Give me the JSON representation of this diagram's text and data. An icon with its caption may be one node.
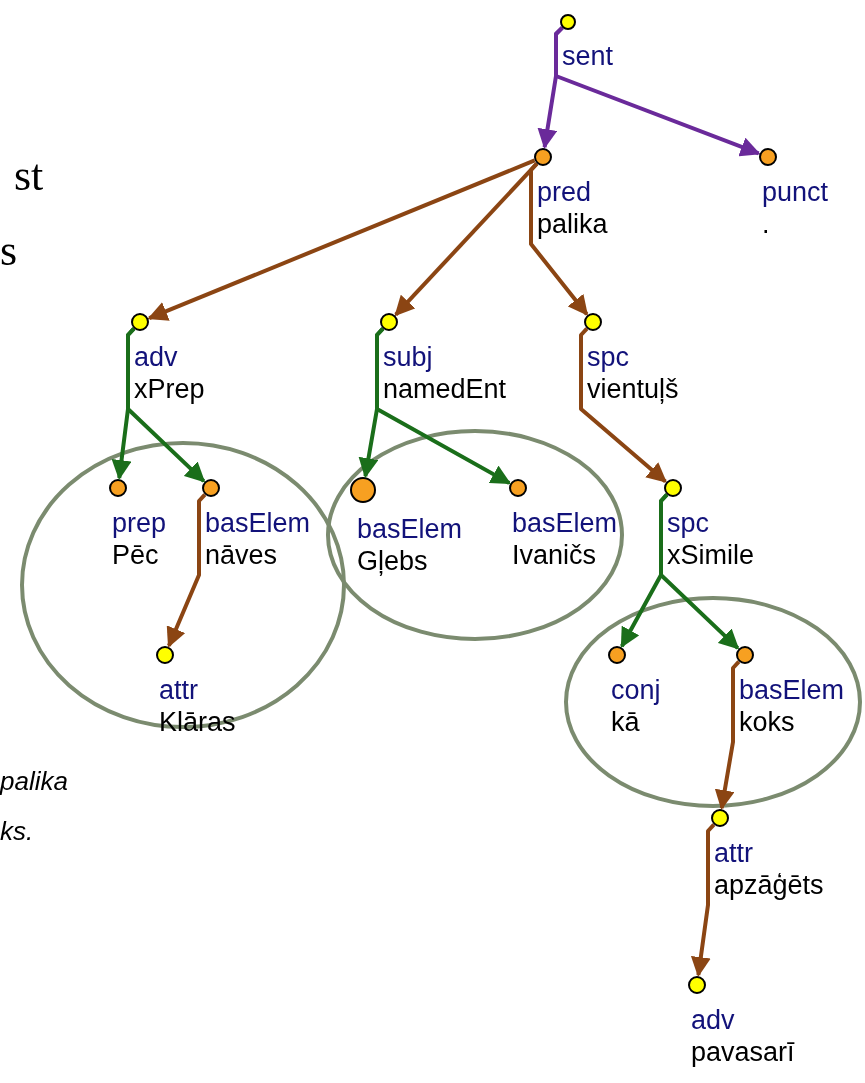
{
  "diagram": {
    "nodes": [
      {
        "text": [],
        "shape": "circle",
        "beside": [
          "sent"
        ]
      },
      {
        "text": [],
        "shape": "circle",
        "beside": [
          "pred",
          "palika"
        ]
      },
      {
        "text": [],
        "shape": "circle",
        "beside": [
          "punct",
          "."
        ]
      },
      {
        "text": [],
        "shape": "circle",
        "beside": [
          "adv",
          "xPrep"
        ]
      },
      {
        "text": [],
        "shape": "circle",
        "beside": [
          "subj",
          "namedEnt"
        ]
      },
      {
        "text": [],
        "shape": "circle",
        "beside": [
          "spc",
          "vientuļš"
        ]
      },
      {
        "text": [],
        "shape": "ellipse"
      },
      {
        "text": [],
        "shape": "circle",
        "in": 6,
        "beside": [
          "prep",
          "Pēc"
        ]
      },
      {
        "text": [],
        "shape": "circle",
        "in": 6,
        "beside": [
          "basElem",
          "nāves"
        ]
      },
      {
        "text": [],
        "shape": "circle",
        "in": 6,
        "beside": [
          "attr",
          "Klāras"
        ]
      },
      {
        "text": [],
        "shape": "ellipse"
      },
      {
        "text": [],
        "shape": "circle",
        "in": 10,
        "beside": [
          "basElem",
          "Gļebs"
        ]
      },
      {
        "text": [],
        "shape": "circle",
        "in": 10,
        "beside": [
          "basElem",
          "Ivaničs"
        ]
      },
      {
        "text": [],
        "shape": "circle",
        "beside": [
          "spc",
          "xSimile"
        ]
      },
      {
        "text": [],
        "shape": "ellipse"
      },
      {
        "text": [],
        "shape": "circle",
        "in": 14,
        "beside": [
          "conj",
          "kā"
        ]
      },
      {
        "text": [],
        "shape": "circle",
        "in": 14,
        "beside": [
          "basElem",
          "koks"
        ]
      },
      {
        "text": [],
        "shape": "circle",
        "beside": [
          "attr",
          "apzāģēts"
        ]
      },
      {
        "text": [],
        "shape": "circle",
        "beside": [
          "adv",
          "pavasarī"
        ]
      }
    ],
    "edges": [
      {
        "from": 0,
        "to": 1,
        "arrow": "to",
        "color": "#6a2a9a"
      },
      {
        "from": 0,
        "to": 2,
        "arrow": "to",
        "color": "#6a2a9a"
      },
      {
        "from": 1,
        "to": 3,
        "arrow": "to"
      },
      {
        "from": 1,
        "to": 4,
        "arrow": "to"
      },
      {
        "from": 1,
        "to": 5,
        "arrow": "to"
      },
      {
        "from": 3,
        "to": 7,
        "arrow": "to",
        "color": "#1a6e1a"
      },
      {
        "from": 3,
        "to": 8,
        "arrow": "to",
        "color": "#1a6e1a"
      },
      {
        "from": 8,
        "to": 9,
        "arrow": "to"
      },
      {
        "from": 4,
        "to": 11,
        "arrow": "to",
        "color": "#1a6e1a"
      },
      {
        "from": 4,
        "to": 12,
        "arrow": "to",
        "color": "#1a6e1a"
      },
      {
        "from": 5,
        "to": 13,
        "arrow": "to"
      },
      {
        "from": 13,
        "to": 15,
        "arrow": "to",
        "color": "#1a6e1a"
      },
      {
        "from": 13,
        "to": 16,
        "arrow": "to",
        "color": "#1a6e1a"
      },
      {
        "from": 16,
        "to": 17,
        "arrow": "to"
      },
      {
        "from": 17,
        "to": 18,
        "arrow": "to"
      }
    ],
    "labels": [
      "st",
      "s",
      "palika",
      "ks."
    ]
  }
}
